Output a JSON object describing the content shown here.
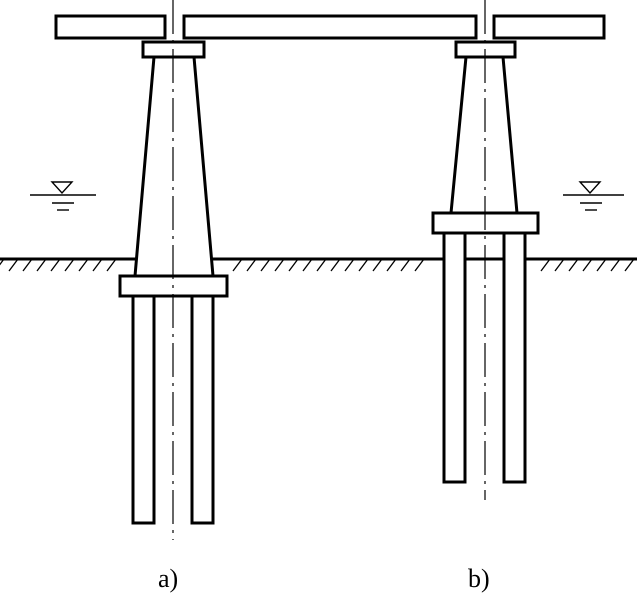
{
  "diagram": {
    "captions": {
      "a": "a)",
      "b": "b)"
    },
    "symbols": {
      "water_level": "water-level-symbol",
      "ground": "ground-hatching"
    },
    "colors": {
      "ink": "#000000",
      "paper": "#ffffff"
    }
  }
}
